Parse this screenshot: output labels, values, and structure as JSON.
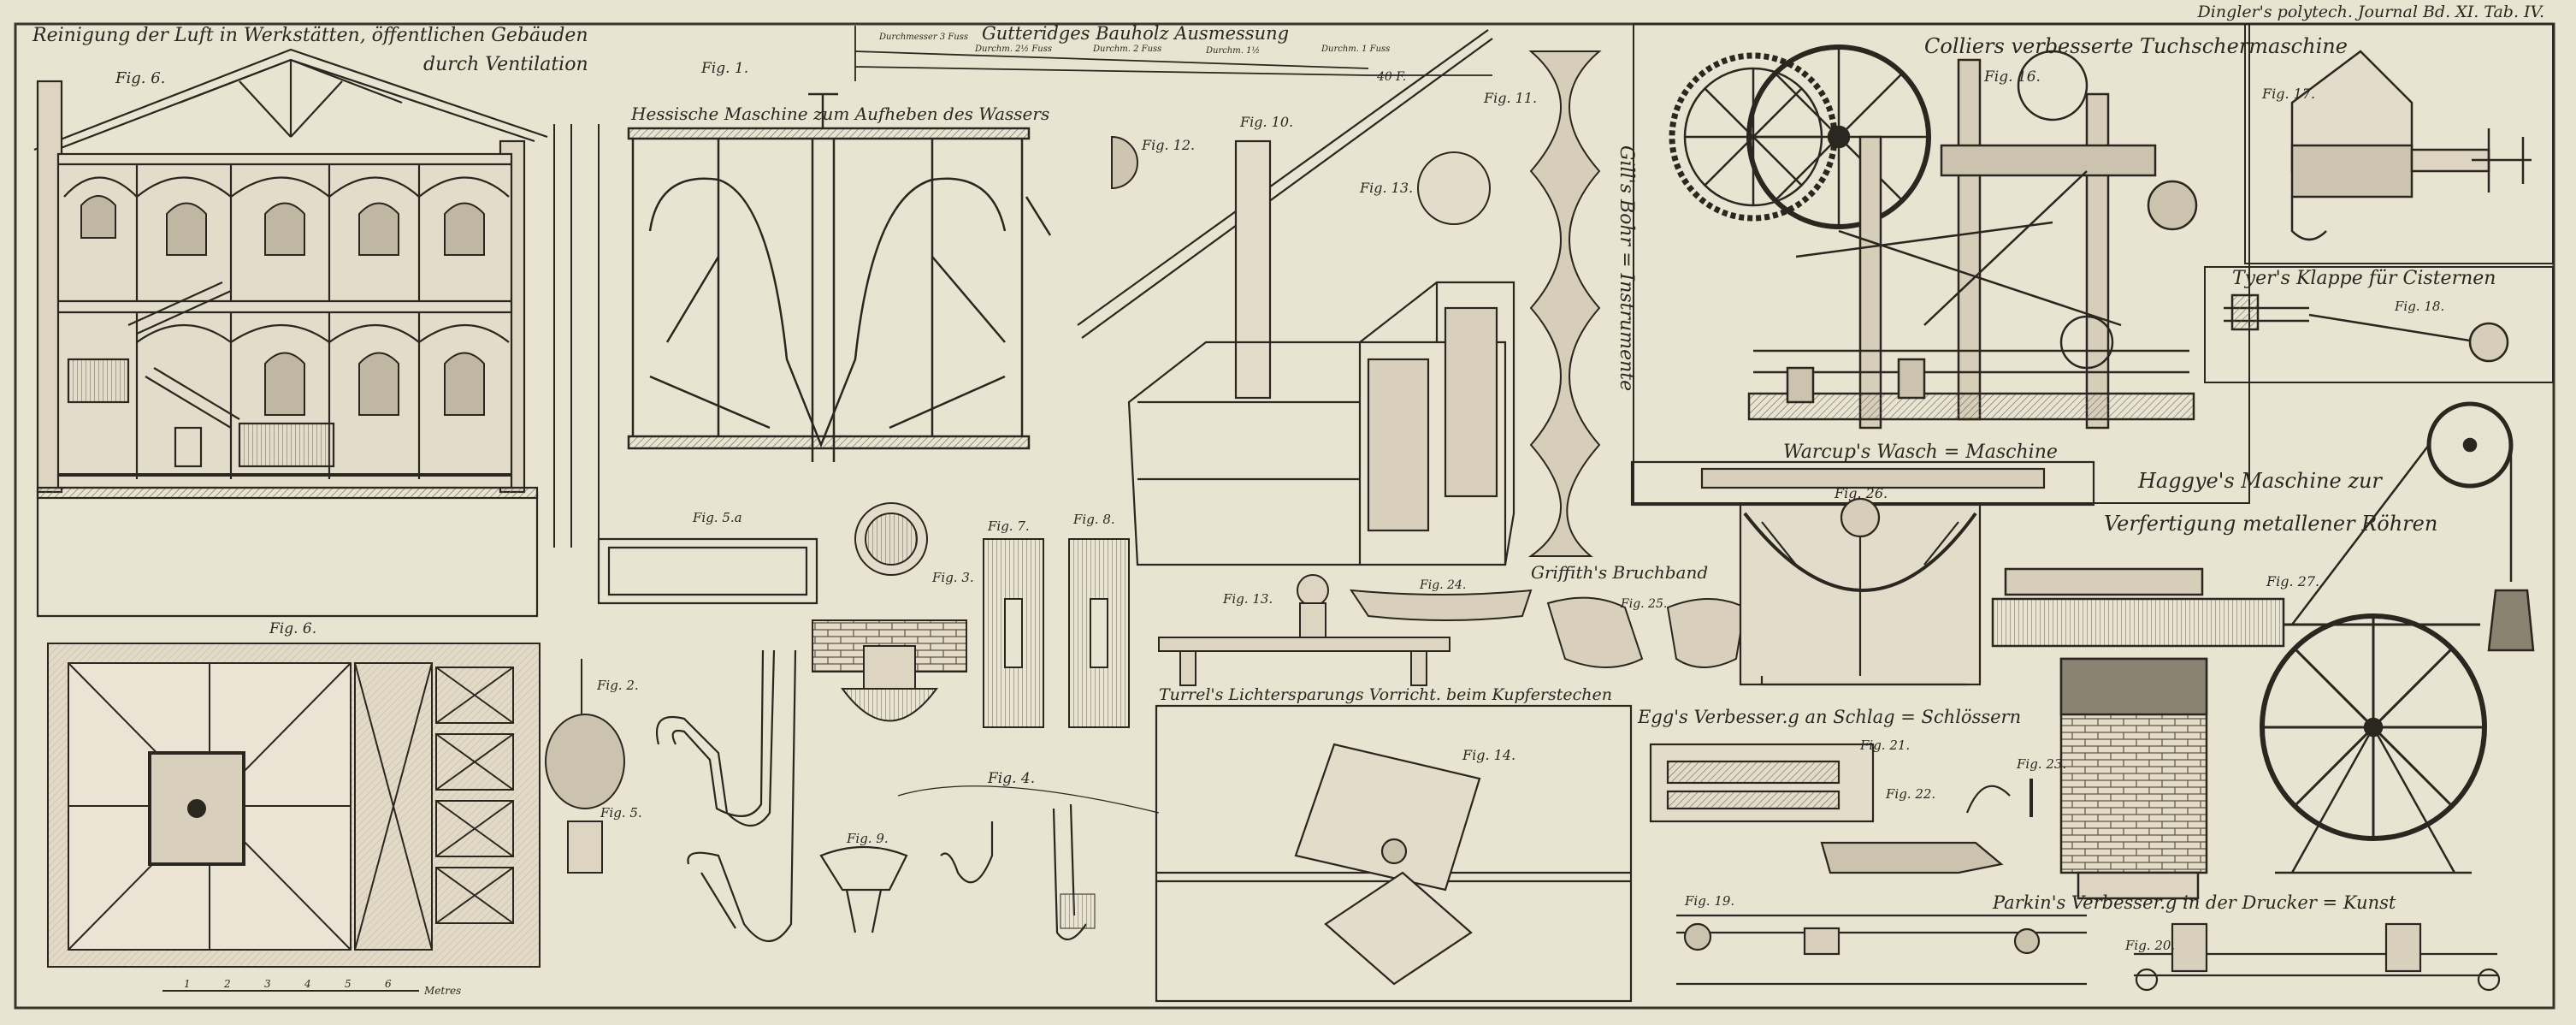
{
  "header": "Dingler's polytech. Journal Bd. XI. Tab. IV.",
  "panels": {
    "ventilation_title_1": "Reinigung der Luft in Werkstätten, öffentlichen Gebäuden",
    "ventilation_title_2": "durch Ventilation",
    "gutteridge_title": "Gutteridges Bauholz Ausmessung",
    "gutteridge_d1": "Durchmesser 3 Fuss",
    "gutteridge_d2": "Durchm. 2½ Fuss",
    "gutteridge_d3": "Durchm. 2 Fuss",
    "gutteridge_d4": "Durchm. 1½",
    "gutteridge_d5": "Durchm. 1 Fuss",
    "gutteridge_end": "40 F.",
    "hessische": "Hessische Maschine zum Aufheben des Wassers",
    "gills": "Gill's Bohr = Instrumente",
    "colliers": "Colliers verbesserte Tuchschermaschine",
    "tyers": "Tyer's Klappe für Cisternen",
    "warcups": "Warcup's Wasch = Maschine",
    "griffiths": "Griffith's Bruchband",
    "haggyes_1": "Haggye's Maschine zur",
    "haggyes_2": "Verfertigung metallener Röhren",
    "turrels": "Turrel's Lichtersparungs Vorricht. beim Kupferstechen",
    "eggs": "Egg's Verbesser.g an Schlag = Schlössern",
    "parkins": "Parkin's Verbesser.g in der Drucker = Kunst",
    "scale_label": "Metres"
  },
  "figures": {
    "f1": "Fig. 1.",
    "f2": "Fig. 2.",
    "f3": "Fig. 3.",
    "f4": "Fig. 4.",
    "f5": "Fig. 5.",
    "f5a": "Fig. 5.a",
    "f6": "Fig. 6.",
    "f6b": "Fig. 6.",
    "f7": "Fig. 7.",
    "f8": "Fig. 8.",
    "f9": "Fig. 9.",
    "f10": "Fig. 10.",
    "f11": "Fig. 11.",
    "f12": "Fig. 12.",
    "f13": "Fig. 13.",
    "f13b": "Fig. 13.",
    "f14": "Fig. 14.",
    "f16": "Fig. 16.",
    "f17": "Fig. 17.",
    "f18": "Fig. 18.",
    "f19": "Fig. 19.",
    "f20": "Fig. 20.",
    "f21": "Fig. 21.",
    "f22": "Fig. 22.",
    "f23": "Fig. 23.",
    "f24": "Fig. 24.",
    "f25": "Fig. 25.",
    "f26": "Fig. 26.",
    "f27": "Fig. 27."
  },
  "scale_ticks": [
    "1",
    "2",
    "3",
    "4",
    "5",
    "6"
  ],
  "colors": {
    "paper": "#e9e3d2",
    "ink": "#2a2620",
    "wash": "#cfc7b3"
  }
}
